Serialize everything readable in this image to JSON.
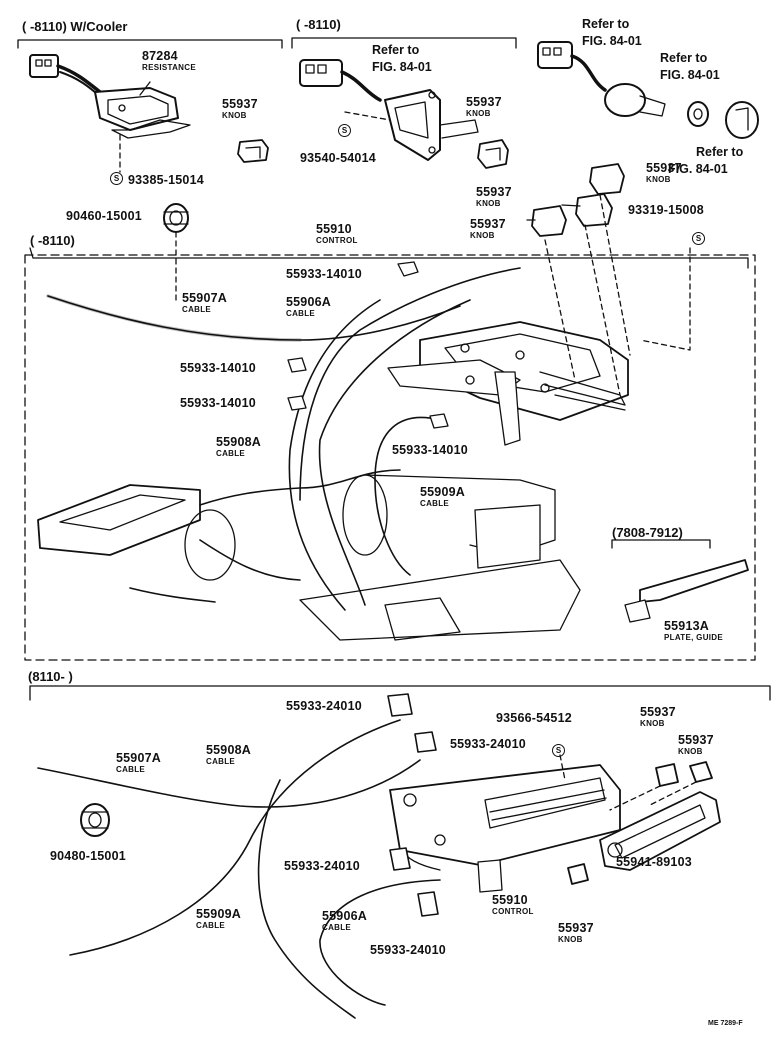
{
  "sections": {
    "top_left": "(    -8110) W/Cooler",
    "top_mid": "(    -8110)",
    "middle": "(     -8110)",
    "lower": "(8110-       )",
    "guide_range": "(7808-7912)"
  },
  "parts": {
    "resistance_no": "87284",
    "resistance_name": "RESISTANCE",
    "knob_no": "55937",
    "knob_name": "KNOB",
    "screw1": "93385-15014",
    "screw2": "93540-54014",
    "screw3": "93319-15008",
    "screw4": "93566-54512",
    "grommet": "90480-15001",
    "grommet_b": "90460-15001",
    "control_no": "55910",
    "control_name": "CONTROL",
    "cable_a_no": "55907A",
    "cable_b_no": "55906A",
    "cable_c_no": "55908A",
    "cable_d_no": "55909A",
    "cable_name": "CABLE",
    "clamp1": "55933-14010",
    "clamp2": "55933-24010",
    "plate_no": "55913A",
    "plate_name": "PLATE, GUIDE",
    "panel": "55941-89103",
    "s_mark": "S"
  },
  "refs": {
    "refer_to": "Refer to",
    "fig": "FIG. 84-01"
  },
  "footer": {
    "code": "ME 7289-F"
  }
}
